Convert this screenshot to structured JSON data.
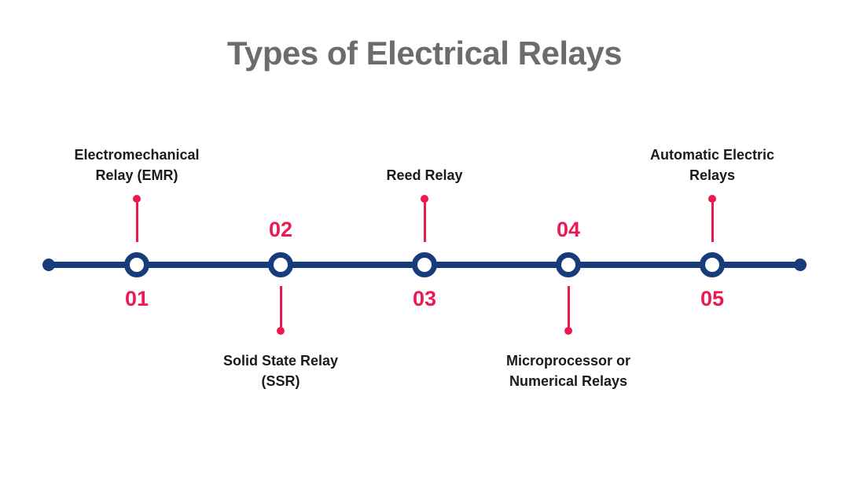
{
  "title": "Types of Electrical Relays",
  "colors": {
    "navy": "#163C7C",
    "red": "#EC1A52",
    "gray": "#6B6C6E",
    "black": "#1A1A1A"
  },
  "timeline": {
    "items": [
      {
        "number": "01",
        "label": "Electromechanical\nRelay (EMR)",
        "label_position": "above"
      },
      {
        "number": "02",
        "label": "Solid State Relay\n(SSR)",
        "label_position": "below"
      },
      {
        "number": "03",
        "label": "Reed Relay",
        "label_position": "above"
      },
      {
        "number": "04",
        "label": "Microprocessor or\nNumerical Relays",
        "label_position": "below"
      },
      {
        "number": "05",
        "label": "Automatic Electric\nRelays",
        "label_position": "above"
      }
    ]
  }
}
